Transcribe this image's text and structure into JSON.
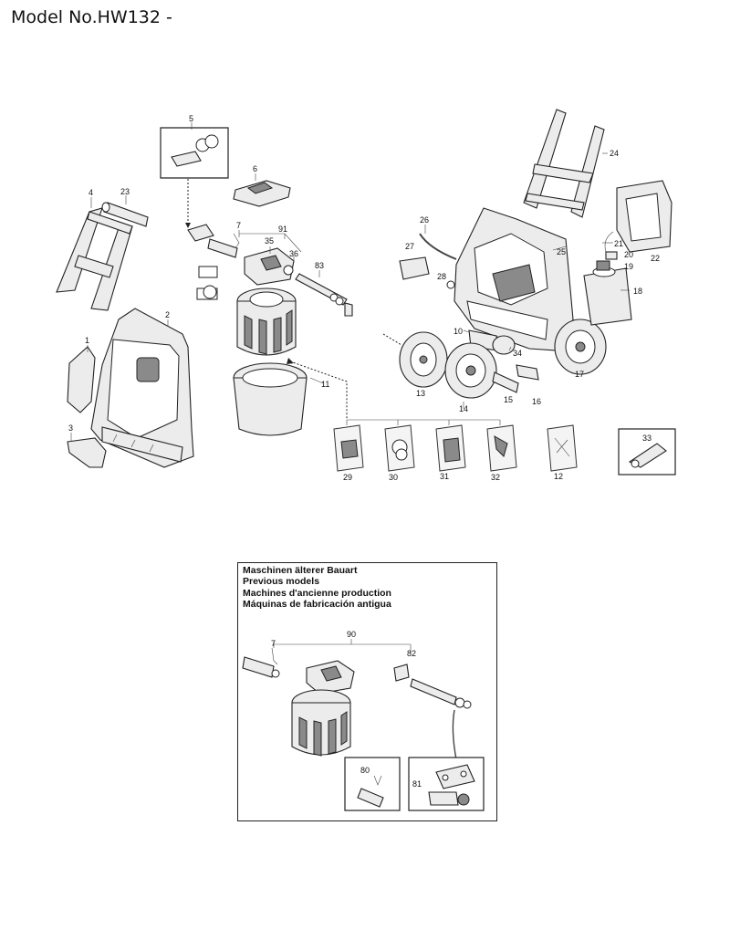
{
  "header": {
    "model_text": "Model No.HW132 -"
  },
  "callouts": {
    "p1": "1",
    "p2": "2",
    "p3": "3",
    "p4": "4",
    "p5": "5",
    "p6": "6",
    "p7": "7",
    "p10": "10",
    "p11": "11",
    "p12": "12",
    "p13": "13",
    "p14": "14",
    "p15": "15",
    "p16": "16",
    "p17": "17",
    "p18": "18",
    "p19": "19",
    "p20": "20",
    "p21": "21",
    "p22": "22",
    "p23": "23",
    "p24": "24",
    "p25": "25",
    "p26": "26",
    "p27": "27",
    "p28": "28",
    "p29": "29",
    "p30": "30",
    "p31": "31",
    "p32": "32",
    "p33": "33",
    "p34": "34",
    "p35": "35",
    "p36": "36",
    "p83": "83",
    "p91": "91"
  },
  "inset": {
    "headings": [
      "Maschinen älterer Bauart",
      "Previous models",
      "Machines d'ancienne production",
      "Máquinas de fabricación antigua"
    ],
    "callouts": {
      "p7": "7",
      "p80": "80",
      "p81": "81",
      "p82": "82",
      "p90": "90"
    }
  }
}
